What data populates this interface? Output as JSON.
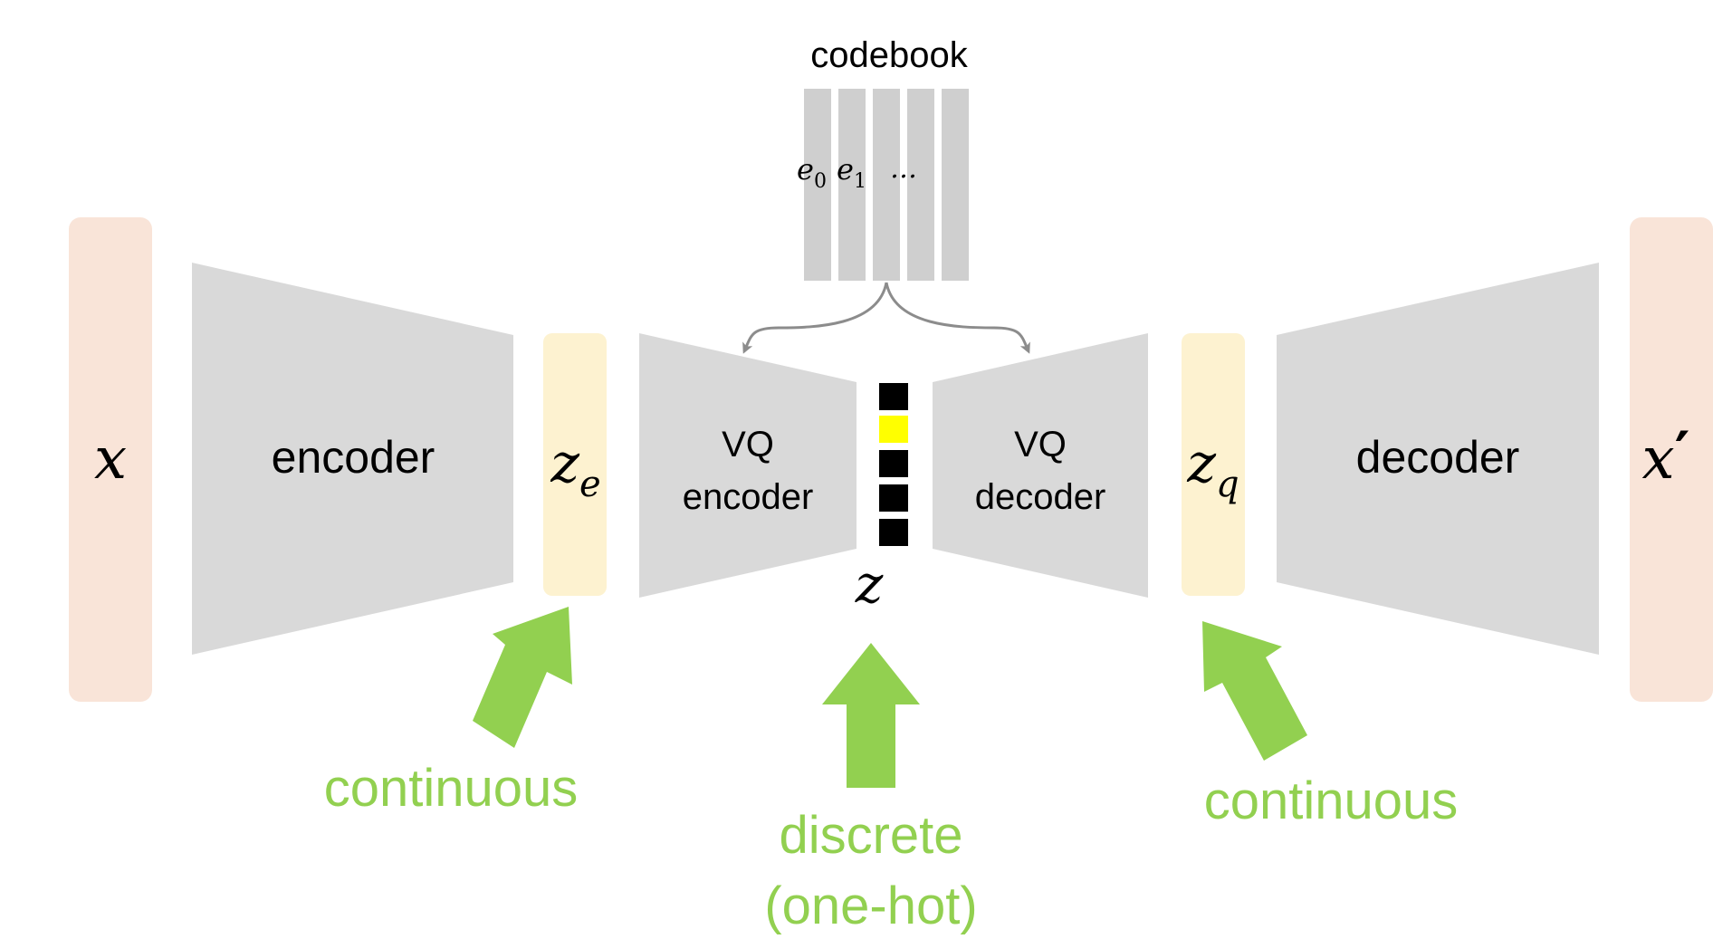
{
  "codebook": {
    "title": "codebook",
    "entries": [
      "e",
      "e",
      "…"
    ],
    "entry_subscripts": [
      "0",
      "1",
      ""
    ]
  },
  "input": {
    "var": "x"
  },
  "output": {
    "var": "x",
    "prime": "′"
  },
  "encoder": {
    "label": "encoder"
  },
  "decoder": {
    "label": "decoder"
  },
  "z_e": {
    "var": "z",
    "sub": "e"
  },
  "z_q": {
    "var": "z",
    "sub": "q"
  },
  "vq_encoder": {
    "line1": "VQ",
    "line2": "encoder"
  },
  "vq_decoder": {
    "line1": "VQ",
    "line2": "decoder"
  },
  "z": {
    "var": "z",
    "cells": 5,
    "active_index": 1
  },
  "annotations": {
    "left": "continuous",
    "center_line1": "discrete",
    "center_line2": "(one-hot)",
    "right": "continuous"
  },
  "colors": {
    "io_block": "#f9e4d8",
    "latent_block": "#fdf2d0",
    "trapezoid": "#d9d9d9",
    "codebook_column": "#cfcfcf",
    "code_cell": "#000000",
    "code_cell_active": "#ffff00",
    "arrow_green": "#92d050",
    "connector_gray": "#8c8c8c",
    "text": "#000000"
  }
}
